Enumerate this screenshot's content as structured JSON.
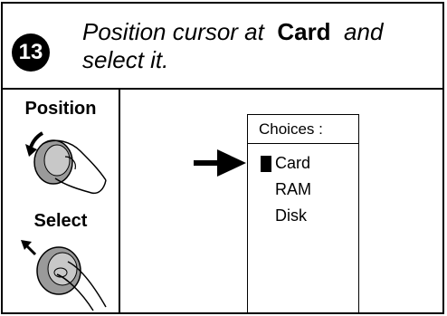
{
  "step": {
    "number": "13",
    "instruction_pre": "Position cursor at",
    "instruction_target": "Card",
    "instruction_post_line1": "and",
    "instruction_line2": "select it."
  },
  "controls": {
    "position_label": "Position",
    "select_label": "Select",
    "position_icon": "rotate-knob-hand-icon",
    "select_icon": "press-knob-hand-icon"
  },
  "menu": {
    "title": "Choices :",
    "items": [
      "Card",
      "RAM",
      "Disk"
    ],
    "selected": "Card"
  }
}
